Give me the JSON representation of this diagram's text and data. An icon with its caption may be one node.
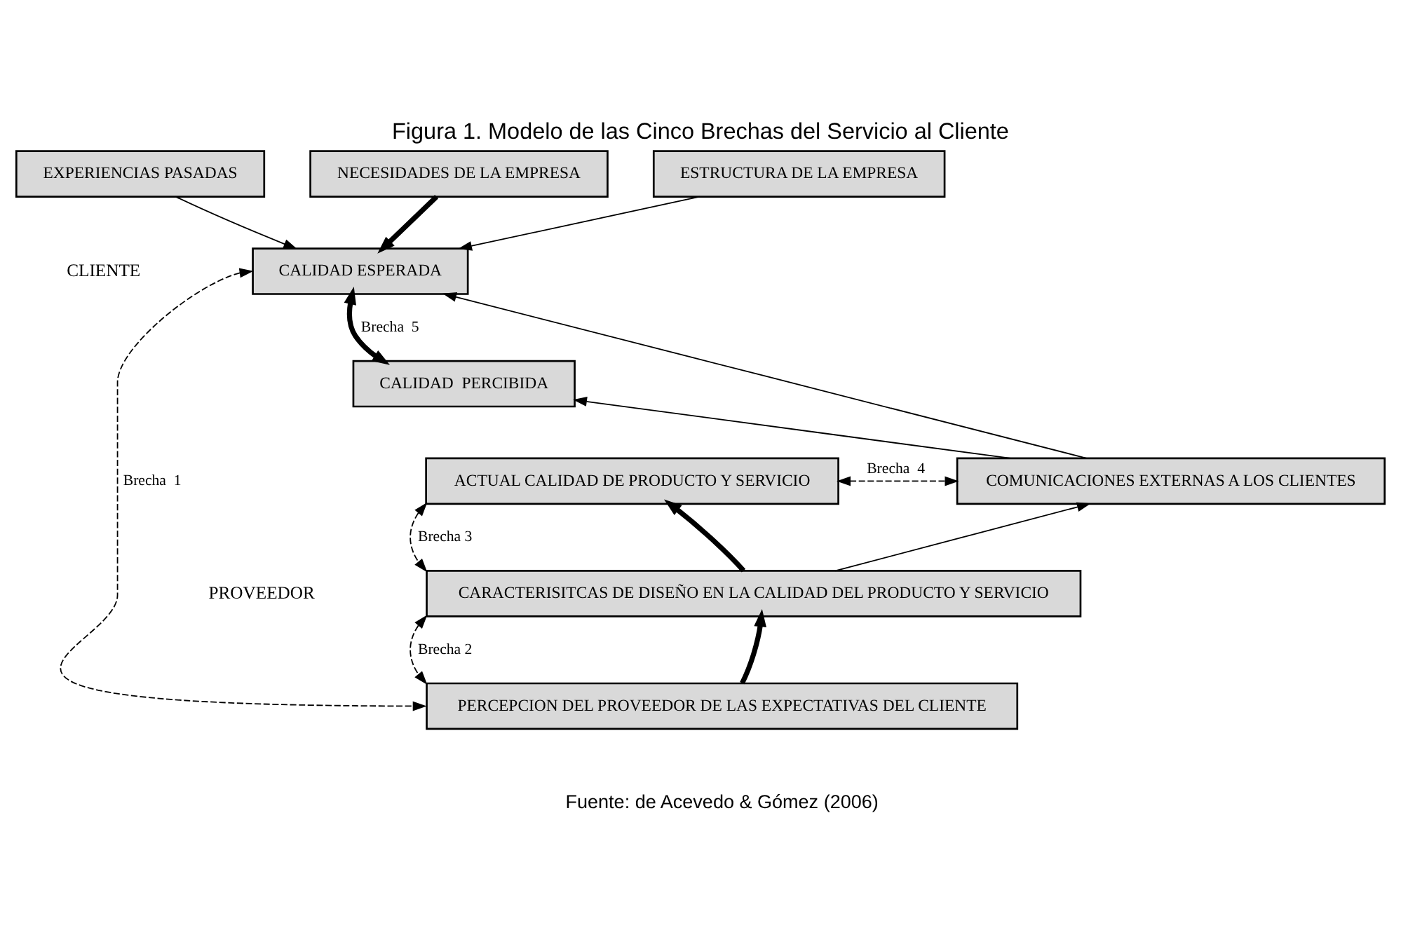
{
  "diagram": {
    "title": "Figura 1. Modelo de las Cinco Brechas del Servicio al Cliente",
    "caption": "Fuente: de Acevedo & Gómez (2006)",
    "nodes": [
      {
        "text": [
          "EXPERIENCIAS PASADAS"
        ]
      },
      {
        "text": [
          "NECESIDADES DE LA EMPRESA"
        ]
      },
      {
        "text": [
          "ESTRUCTURA DE LA EMPRESA"
        ]
      },
      {
        "text": [
          "CALIDAD ESPERADA"
        ]
      },
      {
        "text": [
          "CALIDAD  PERCIBIDA"
        ]
      },
      {
        "text": [
          "ACTUAL CALIDAD DE PRODUCTO Y SERVICIO"
        ]
      },
      {
        "text": [
          "COMUNICACIONES EXTERNAS A LOS CLIENTES"
        ]
      },
      {
        "text": [
          "CARACTERISITCAS DE DISEÑO EN LA CALIDAD DEL PRODUCTO Y SERVICIO"
        ]
      },
      {
        "text": [
          "PERCEPCION DEL PROVEEDOR DE LAS EXPECTATIVAS DEL CLIENTE"
        ]
      }
    ],
    "edges": [
      {
        "from": 0,
        "to": 3,
        "arrow": "to"
      },
      {
        "from": 1,
        "to": 3,
        "arrow": "to",
        "style": "thick"
      },
      {
        "from": 2,
        "to": 3,
        "arrow": "to"
      },
      {
        "from": 3,
        "to": 4,
        "arrow": "both",
        "style": "thick",
        "label": "Brecha  5"
      },
      {
        "from": 6,
        "to": 3,
        "arrow": "to"
      },
      {
        "from": 6,
        "to": 4,
        "arrow": "to"
      },
      {
        "from": 5,
        "to": 6,
        "arrow": "both",
        "style": "dashed",
        "label": "Brecha  4"
      },
      {
        "from": 7,
        "to": 5,
        "arrow": "to",
        "style": "thick"
      },
      {
        "from": 7,
        "to": 6,
        "arrow": "to"
      },
      {
        "from": 8,
        "to": 7,
        "arrow": "to",
        "style": "thick"
      },
      {
        "from": 5,
        "to": 7,
        "arrow": "both",
        "style": "dashed",
        "label": "Brecha 3"
      },
      {
        "from": 7,
        "to": 8,
        "arrow": "both",
        "style": "dashed",
        "label": "Brecha 2"
      },
      {
        "from": 3,
        "to": 8,
        "arrow": "both",
        "style": "dashed",
        "label": "Brecha  1"
      }
    ],
    "labels": [
      "CLIENTE",
      "PROVEEDOR"
    ]
  }
}
